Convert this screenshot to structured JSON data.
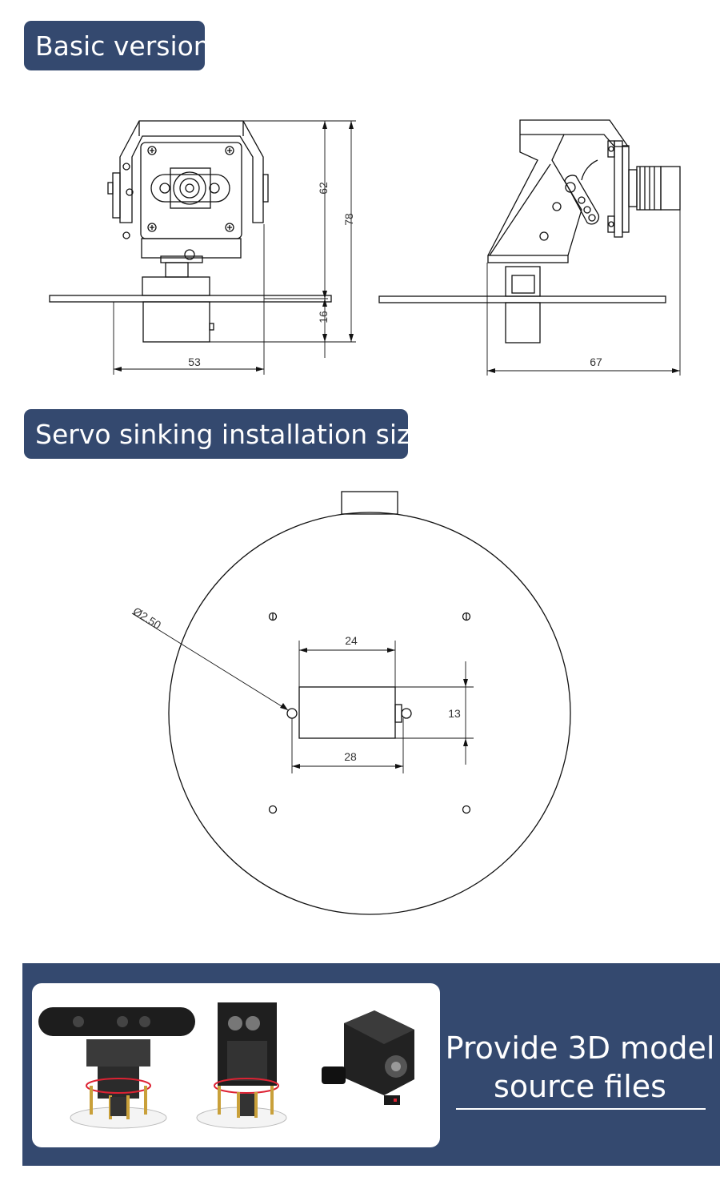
{
  "sections": {
    "basic_title": "Basic version",
    "servo_title": "Servo sinking installation size"
  },
  "front_view": {
    "height_total": "78",
    "height_upper": "62",
    "height_lower": "16",
    "width": "53"
  },
  "side_view": {
    "width": "67"
  },
  "servo_view": {
    "hole_diameter": "Ø2.50",
    "inner_width": "24",
    "outer_width": "28",
    "height": "13"
  },
  "promo": {
    "line1": "Provide 3D model",
    "line2": "source files"
  },
  "colors": {
    "banner": "#34496f",
    "line": "#111111"
  }
}
